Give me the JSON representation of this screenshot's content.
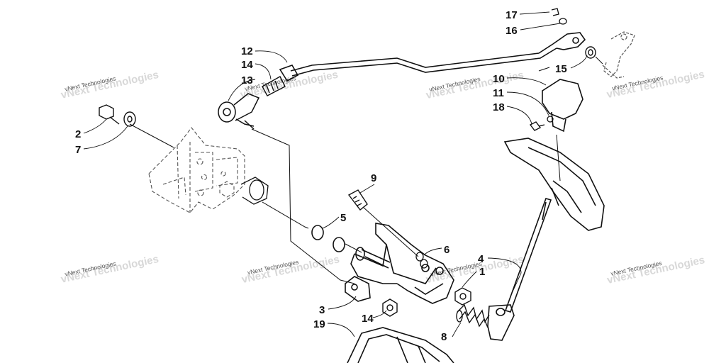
{
  "diagram": {
    "callouts": {
      "c17": "17",
      "c16": "16",
      "c12": "12",
      "c14a": "14",
      "c13": "13",
      "c15": "15",
      "c10": "10",
      "c11": "11",
      "c18": "18",
      "c2": "2",
      "c7": "7",
      "c9": "9",
      "c5": "5",
      "c6": "6",
      "c4": "4",
      "c1": "1",
      "c3": "3",
      "c14b": "14",
      "c8": "8",
      "c19": "19"
    },
    "watermark": {
      "text": "vNext Technologies",
      "ghost_text": "vNext Technologies"
    },
    "colors": {
      "line": "#111111",
      "frame": "#555555",
      "background": "#ffffff"
    }
  }
}
